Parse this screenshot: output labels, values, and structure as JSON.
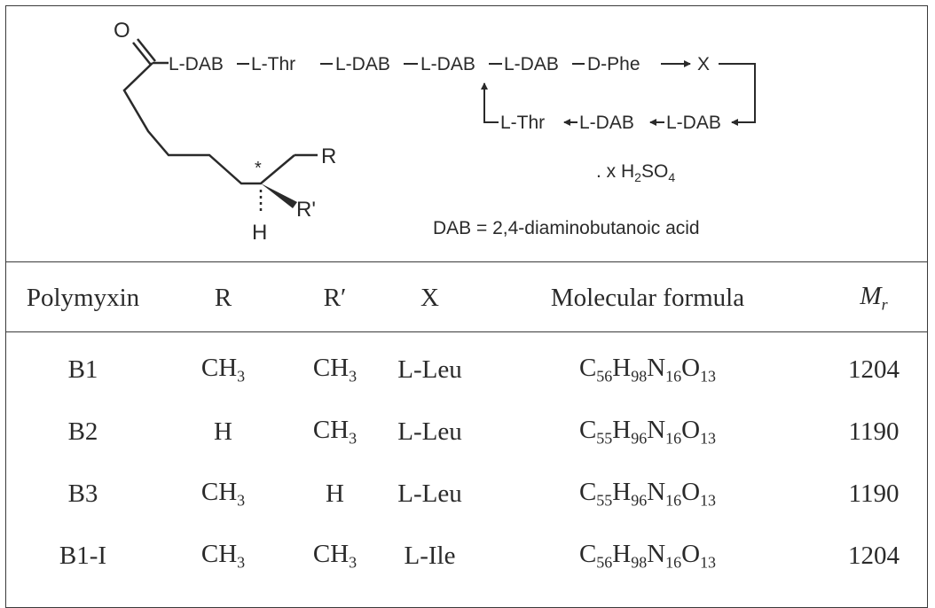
{
  "structure": {
    "atom_o": "O",
    "chain_top": [
      "L-DAB",
      "L-Thr",
      "L-DAB",
      "L-DAB",
      "L-DAB",
      "D-Phe",
      "X"
    ],
    "chain_bottom": [
      "L-Thr",
      "L-DAB",
      "L-DAB"
    ],
    "sub_r": "R",
    "sub_rp": "R'",
    "sub_h": "H",
    "salt": ". x H2SO4",
    "definition": "DAB = 2,4-diaminobutanoic acid"
  },
  "table": {
    "headers": [
      "Polymyxin",
      "R",
      "R′",
      "X",
      "Molecular formula",
      "Mr"
    ],
    "rows": [
      {
        "polymyxin": "B1",
        "r": "CH3",
        "rp": "CH3",
        "x": "L-Leu",
        "formula": "C56H98N16O13",
        "mr": "1204"
      },
      {
        "polymyxin": "B2",
        "r": "H",
        "rp": "CH3",
        "x": "L-Leu",
        "formula": "C55H96N16O13",
        "mr": "1190"
      },
      {
        "polymyxin": "B3",
        "r": "CH3",
        "rp": "H",
        "x": "L-Leu",
        "formula": "C55H96N16O13",
        "mr": "1190"
      },
      {
        "polymyxin": "B1-I",
        "r": "CH3",
        "rp": "CH3",
        "x": "L-Ile",
        "formula": "C56H98N16O13",
        "mr": "1204"
      }
    ]
  }
}
